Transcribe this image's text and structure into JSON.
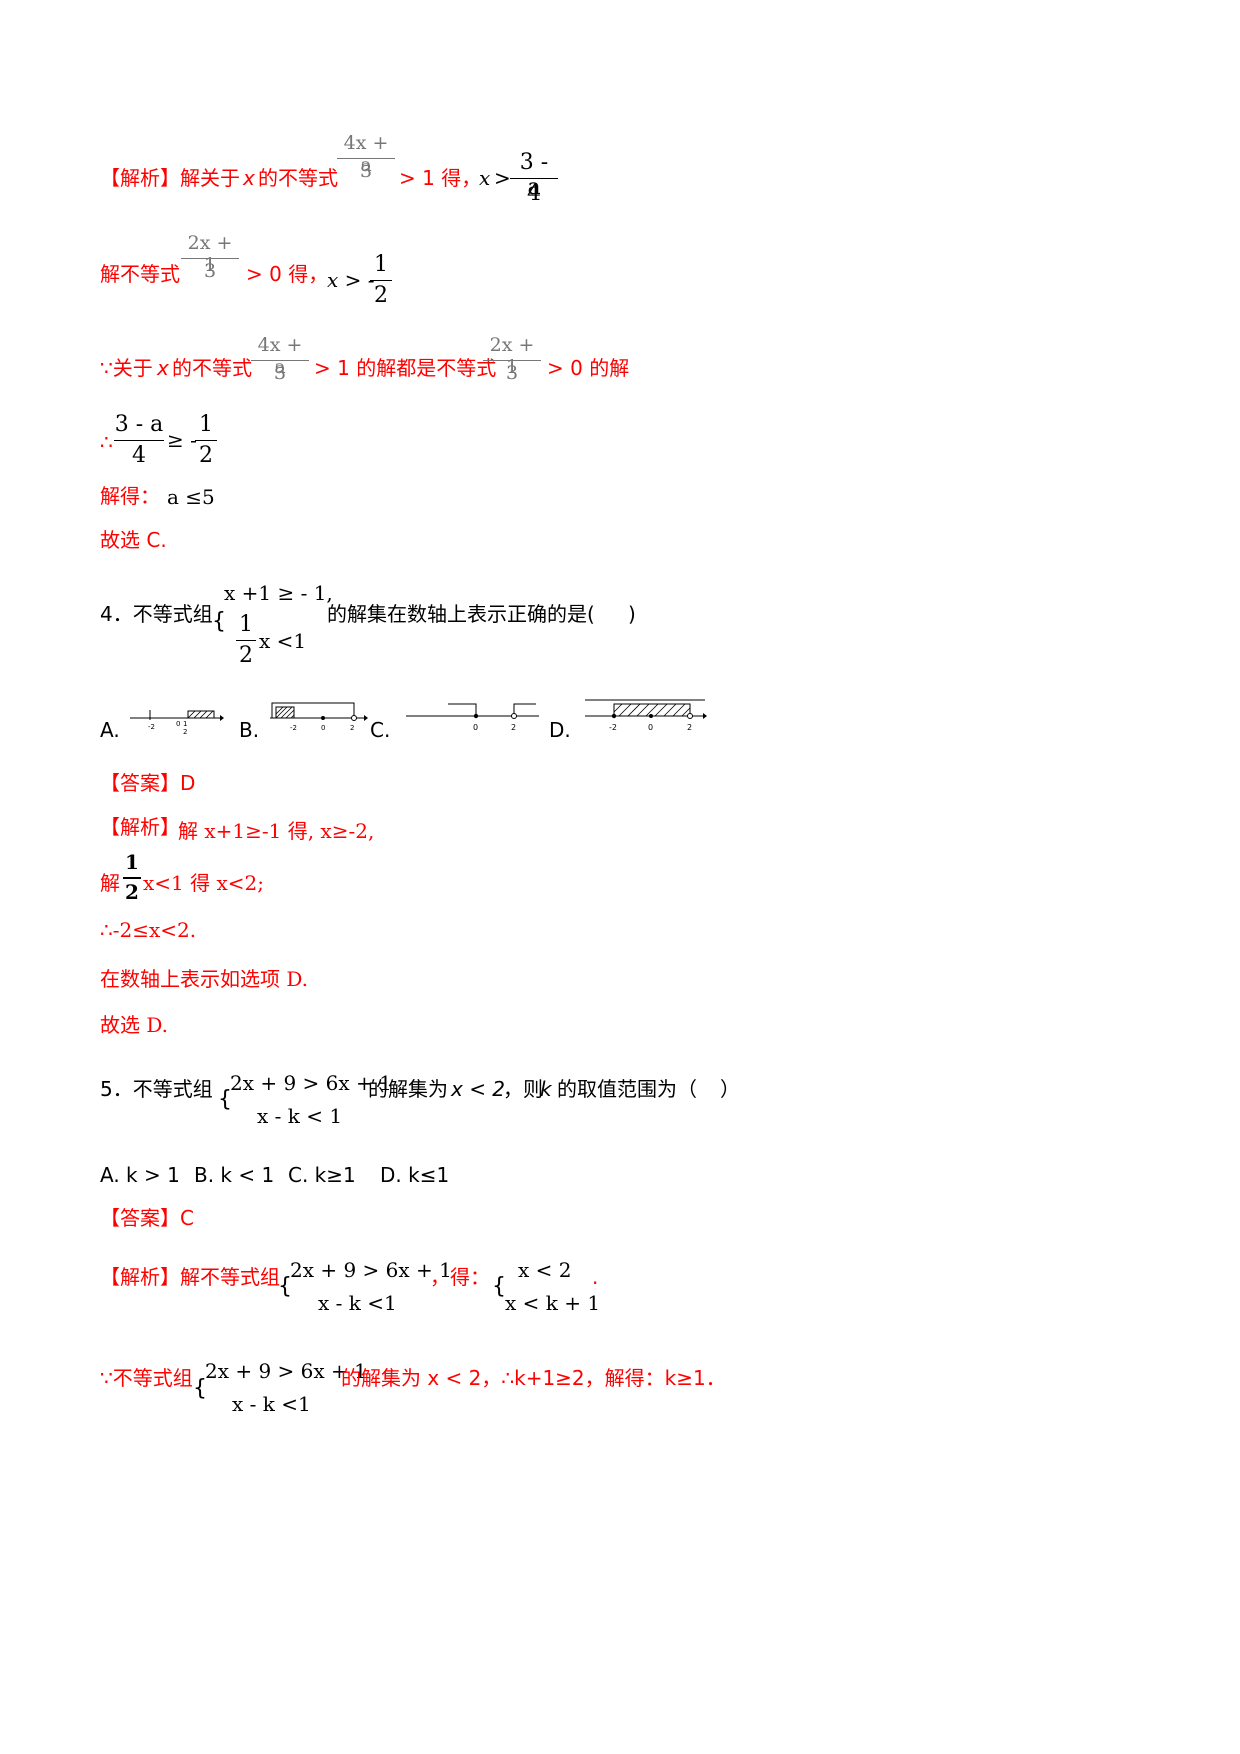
{
  "sec3": {
    "l1_prefix": "【解析】解关于",
    "l1_var": "x",
    "l1_mid": "的不等式",
    "f1_num": "4x + a",
    "f1_den": "3",
    "l1_gt1": "> 1 得，",
    "l1_x": "x",
    "l1_gt": ">",
    "f2_num": "3 - a",
    "f2_den": "4",
    "l2_prefix": "解不等式",
    "f3_num": "2x + 1",
    "f3_den": "3",
    "l2_gt0": "> 0 得，",
    "l2_rel": "x > -",
    "f4_num": "1",
    "f4_den": "2",
    "l3_prefix": "∵关于",
    "l3_var": "x",
    "l3_mid": "的不等式",
    "l3_mid2": "> 1 的解都是不等式",
    "l3_end": "> 0 的解",
    "l4_therefore": "∴",
    "f5_num": "3 - a",
    "f5_den": "4",
    "l4_rel": "≥ -",
    "f6_num": "1",
    "f6_den": "2",
    "l5_label": "解得：",
    "l5_expr": "a ≤5",
    "l6": "故选 C."
  },
  "q4": {
    "prefix": "4．不等式组",
    "brace": "{",
    "line1": "x +1 ≥ - 1,",
    "frac_num": "1",
    "frac_den": "2",
    "line2_rest": "x <1",
    "suffix": "的解集在数轴上表示正确的是(",
    "close": ")",
    "options": [
      {
        "label": "A.",
        "ticks": [
          "-2",
          "0",
          "1",
          "2"
        ]
      },
      {
        "label": "B.",
        "ticks": [
          "-2",
          "0",
          "2"
        ]
      },
      {
        "label": "C.",
        "ticks": [
          "0",
          "2"
        ]
      },
      {
        "label": "D.",
        "ticks": [
          "-2",
          "0",
          "2"
        ]
      }
    ],
    "answer": "【答案】D",
    "sol1_prefix": "【解析】",
    "sol1": "解 x+1≥-1 得, x≥-2,",
    "sol2_prefix": "解",
    "sol2_num": "1",
    "sol2_den": "2",
    "sol2_rest": "x<1 得 x<2;",
    "sol3": "∴-2≤x<2.",
    "sol4": "在数轴上表示如选项 D.",
    "sol5": "故选 D."
  },
  "q5": {
    "prefix": "5．不等式组",
    "brace": "{",
    "line1": "2x + 9 > 6x + 1",
    "line2": "x - k < 1",
    "suffix1": "的解集为",
    "cond": "x < 2",
    "suffix2": "，则",
    "k": "k",
    "suffix3": "的取值范围为（",
    "close": "）",
    "options": [
      "A. k > 1",
      "B. k < 1",
      "C. k≥1",
      "D. k≤1"
    ],
    "answer": "【答案】C",
    "sol1_prefix": "【解析】解不等式组",
    "sys1_line1": "2x + 9 > 6x + 1",
    "sys1_line2": "x - k <1",
    "sol1_mid": "，得：",
    "sys2_line1": "x < 2",
    "sys2_line2": "x < k + 1",
    "sol1_end": ".",
    "sol2_prefix": "∵不等式组",
    "sys3_line1": "2x + 9 > 6x + 1",
    "sys3_line2": "x - k <1",
    "sol2_end": "的解集为 x < 2，∴k+1≥2，解得：k≥1．"
  }
}
